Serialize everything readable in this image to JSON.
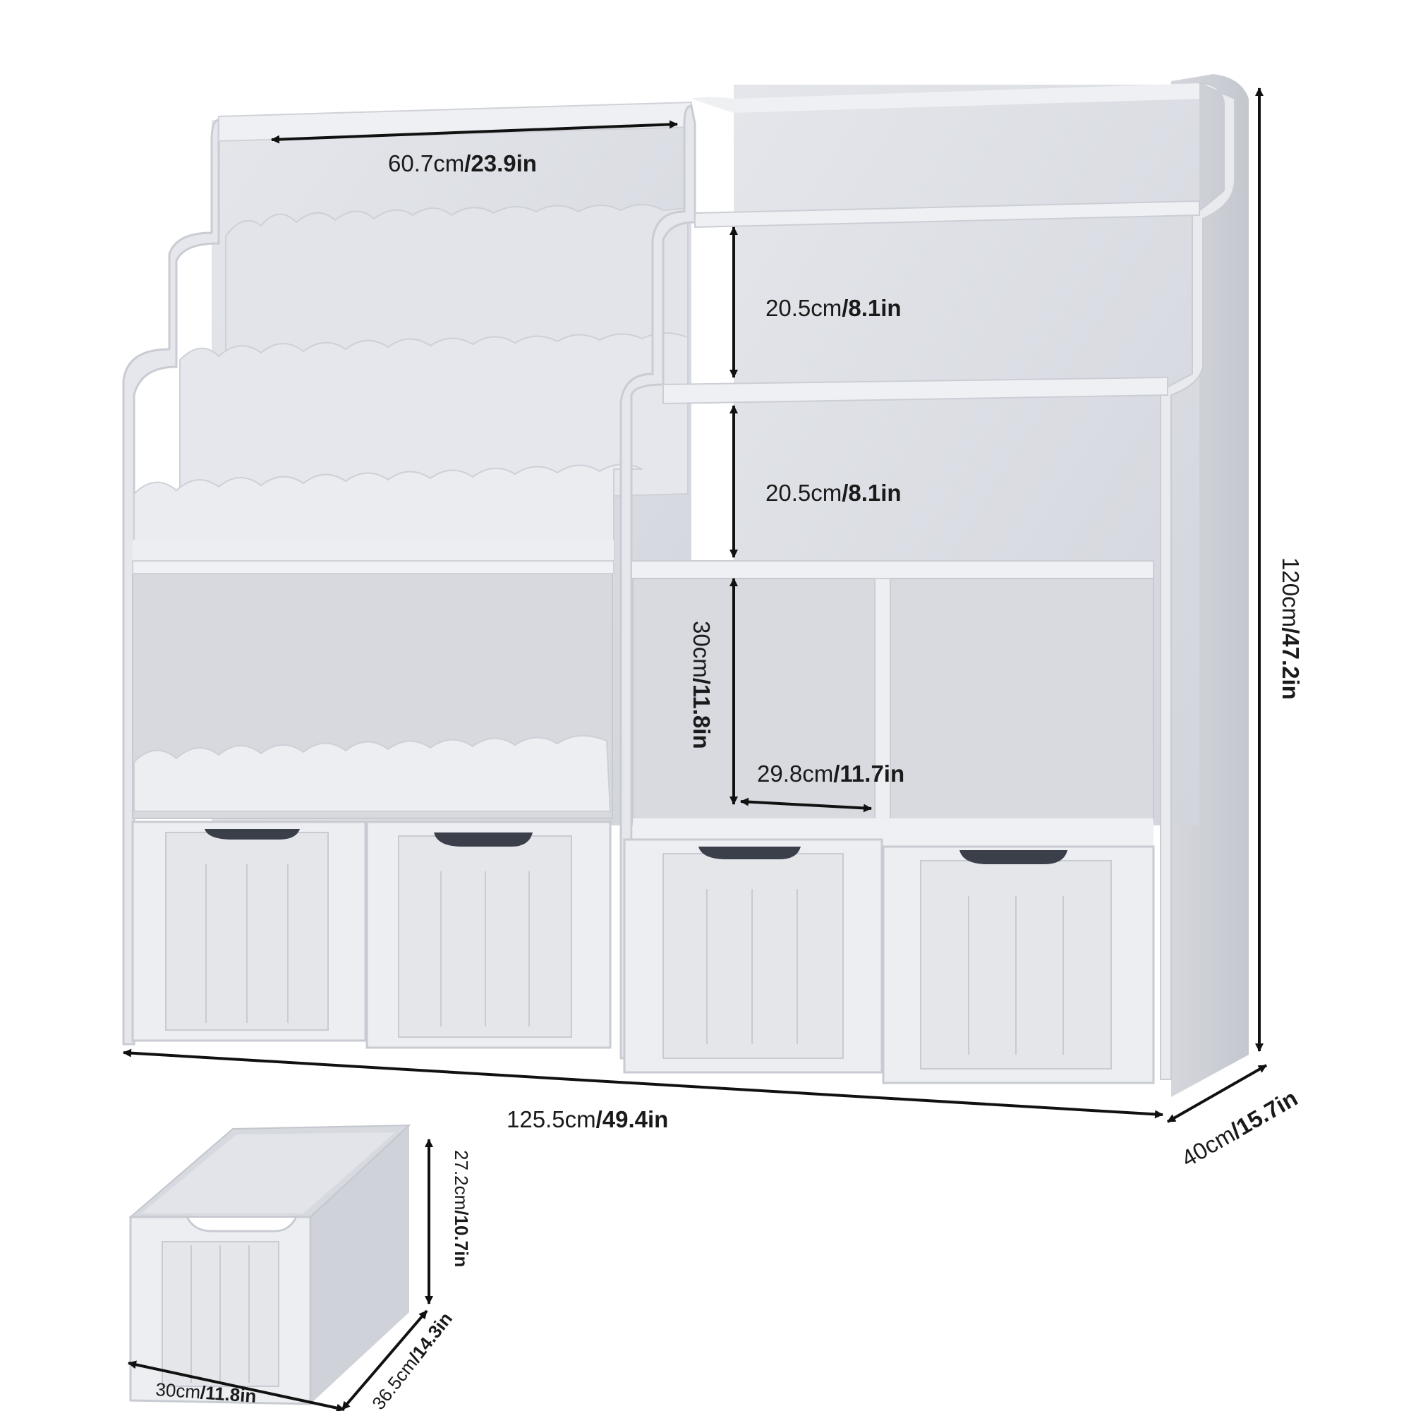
{
  "dimensions": {
    "top_width": {
      "metric": "60.7cm",
      "sep": "/",
      "imperial": "23.9in"
    },
    "shelf_height_upper": {
      "metric": "20.5cm",
      "sep": "/",
      "imperial": "8.1in"
    },
    "shelf_height_middle": {
      "metric": "20.5cm",
      "sep": "/",
      "imperial": "8.1in"
    },
    "cube_height": {
      "metric": "30cm",
      "sep": "/",
      "imperial": "11.8in"
    },
    "cube_width": {
      "metric": "29.8cm",
      "sep": "/",
      "imperial": "11.7in"
    },
    "total_height": {
      "metric": "120cm",
      "sep": "/",
      "imperial": "47.2in"
    },
    "total_width": {
      "metric": "125.5cm",
      "sep": "/",
      "imperial": "49.4in"
    },
    "total_depth": {
      "metric": "40cm",
      "sep": "/",
      "imperial": "15.7in"
    },
    "bin_height": {
      "metric": "27.2cm",
      "sep": "/",
      "imperial": "10.7in"
    },
    "bin_depth": {
      "metric": "36.5cm",
      "sep": "/",
      "imperial": "14.3in"
    },
    "bin_width": {
      "metric": "30cm",
      "sep": "/",
      "imperial": "11.8in"
    }
  },
  "colors": {
    "background": "#ffffff",
    "furniture": "#e9eaee",
    "furniture_shade": "#d9dbe1",
    "interior": "#dcdee4",
    "edge": "#c9ccd3",
    "handle": "#3a3f4a",
    "arrow": "#111111"
  }
}
